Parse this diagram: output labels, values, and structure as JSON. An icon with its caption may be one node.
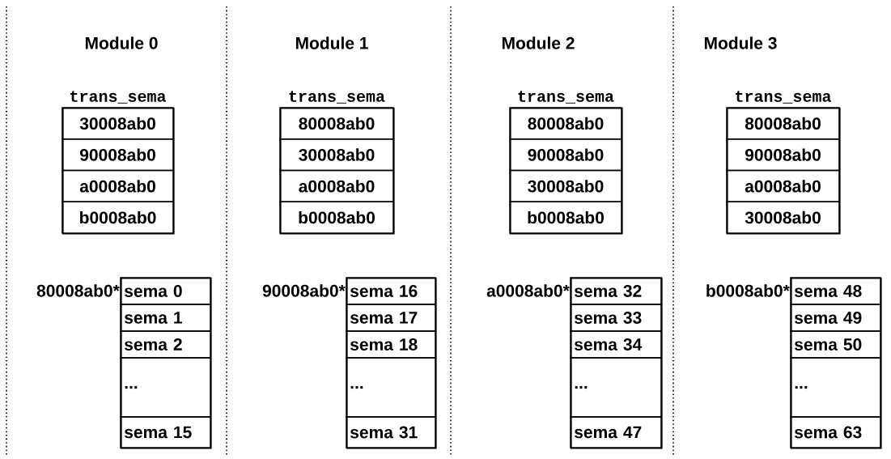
{
  "diagram": {
    "nodes": [
      {
        "text": [
          "trans_sema"
        ]
      },
      {
        "text": [
          "30008ab0"
        ],
        "in": 0
      },
      {
        "text": [
          "90008ab0"
        ],
        "in": 0
      },
      {
        "text": [
          "a0008ab0"
        ],
        "in": 0
      },
      {
        "text": [
          "b0008ab0"
        ],
        "in": 0
      },
      {
        "text": [],
        "shape": "box",
        "beside": [
          "80008ab0*"
        ]
      },
      {
        "text": [
          "sema 0"
        ],
        "in": 5
      },
      {
        "text": [
          "sema 1"
        ],
        "in": 5
      },
      {
        "text": [
          "sema 2"
        ],
        "in": 5
      },
      {
        "text": [
          "..."
        ],
        "in": 5
      },
      {
        "text": [
          "sema 15"
        ],
        "in": 5
      },
      {
        "text": [
          "trans_sema"
        ]
      },
      {
        "text": [
          "80008ab0"
        ],
        "in": 11
      },
      {
        "text": [
          "30008ab0"
        ],
        "in": 11
      },
      {
        "text": [
          "a0008ab0"
        ],
        "in": 11
      },
      {
        "text": [
          "b0008ab0"
        ],
        "in": 11
      },
      {
        "text": [],
        "shape": "box",
        "beside": [
          "90008ab0*"
        ]
      },
      {
        "text": [
          "sema 16"
        ],
        "in": 16
      },
      {
        "text": [
          "sema 17"
        ],
        "in": 16
      },
      {
        "text": [
          "sema 18"
        ],
        "in": 16
      },
      {
        "text": [
          "..."
        ],
        "in": 16
      },
      {
        "text": [
          "sema 31"
        ],
        "in": 16
      },
      {
        "text": [
          "trans_sema"
        ]
      },
      {
        "text": [
          "80008ab0"
        ],
        "in": 22
      },
      {
        "text": [
          "90008ab0"
        ],
        "in": 22
      },
      {
        "text": [
          "30008ab0"
        ],
        "in": 22
      },
      {
        "text": [
          "b0008ab0"
        ],
        "in": 22
      },
      {
        "text": [],
        "shape": "box",
        "beside": [
          "a0008ab0*"
        ]
      },
      {
        "text": [
          "sema 32"
        ],
        "in": 27
      },
      {
        "text": [
          "sema 33"
        ],
        "in": 27
      },
      {
        "text": [
          "sema 34"
        ],
        "in": 27
      },
      {
        "text": [
          "..."
        ],
        "in": 27
      },
      {
        "text": [
          "sema 47"
        ],
        "in": 27
      },
      {
        "text": [
          "trans_sema"
        ]
      },
      {
        "text": [
          "80008ab0"
        ],
        "in": 33
      },
      {
        "text": [
          "90008ab0"
        ],
        "in": 33
      },
      {
        "text": [
          "a0008ab0"
        ],
        "in": 33
      },
      {
        "text": [
          "30008ab0"
        ],
        "in": 33
      },
      {
        "text": [],
        "shape": "box",
        "beside": [
          "b0008ab0*"
        ]
      },
      {
        "text": [
          "sema 48"
        ],
        "in": 38
      },
      {
        "text": [
          "sema 49"
        ],
        "in": 38
      },
      {
        "text": [
          "sema 50"
        ],
        "in": 38
      },
      {
        "text": [
          "..."
        ],
        "in": 38
      },
      {
        "text": [
          "sema 63"
        ],
        "in": 38
      }
    ],
    "labels": [
      "Module 0",
      "Module 1",
      "Module 2",
      "Module 3"
    ]
  }
}
